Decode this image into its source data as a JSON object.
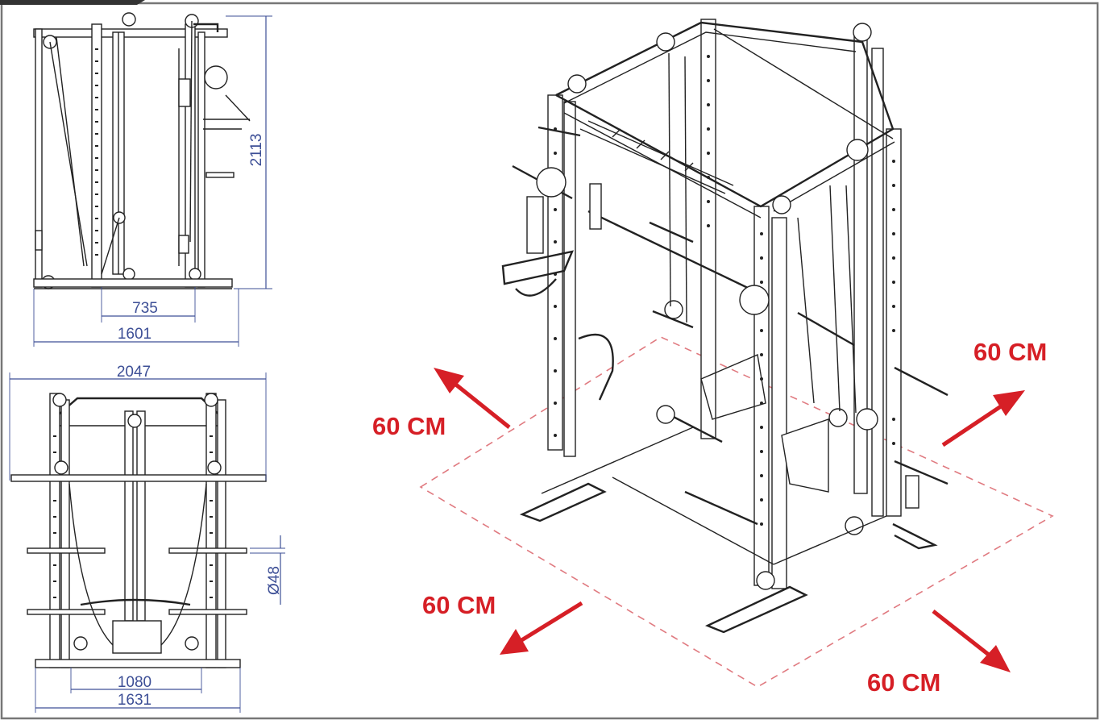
{
  "dimensions": {
    "side_height": "2113",
    "side_inner_depth": "735",
    "side_total_depth": "1601",
    "front_total_width": "2047",
    "bar_diameter": "Ø48",
    "front_inner_width": "1080",
    "front_base_width": "1631"
  },
  "clearance": {
    "left_top": "60 CM",
    "right_top": "60 CM",
    "left_bottom": "60 CM",
    "right_bottom": "60 CM"
  },
  "colors": {
    "dimension_blue": "#3d4f96",
    "clearance_red": "#d61f26",
    "dash_pink": "#e07a80"
  }
}
